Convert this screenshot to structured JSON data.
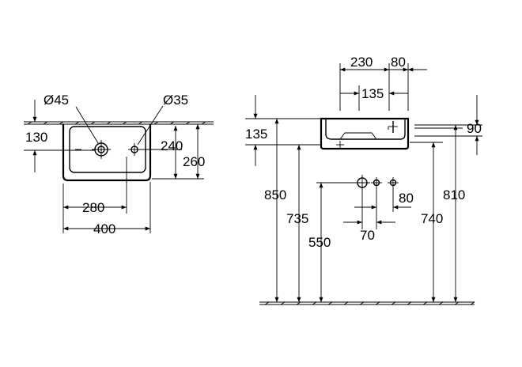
{
  "labels": {
    "hole_tap": "Ø45",
    "hole_overflow": "Ø35",
    "left_130": "130",
    "left_240": "240",
    "left_260": "260",
    "left_280": "280",
    "left_400": "400",
    "top_230": "230",
    "top_80": "80",
    "top_135": "135",
    "side_135": "135",
    "side_90": "90",
    "h_850": "850",
    "h_735": "735",
    "h_550": "550",
    "h_740": "740",
    "h_810": "810",
    "pipe_80": "80",
    "pipe_70": "70"
  }
}
